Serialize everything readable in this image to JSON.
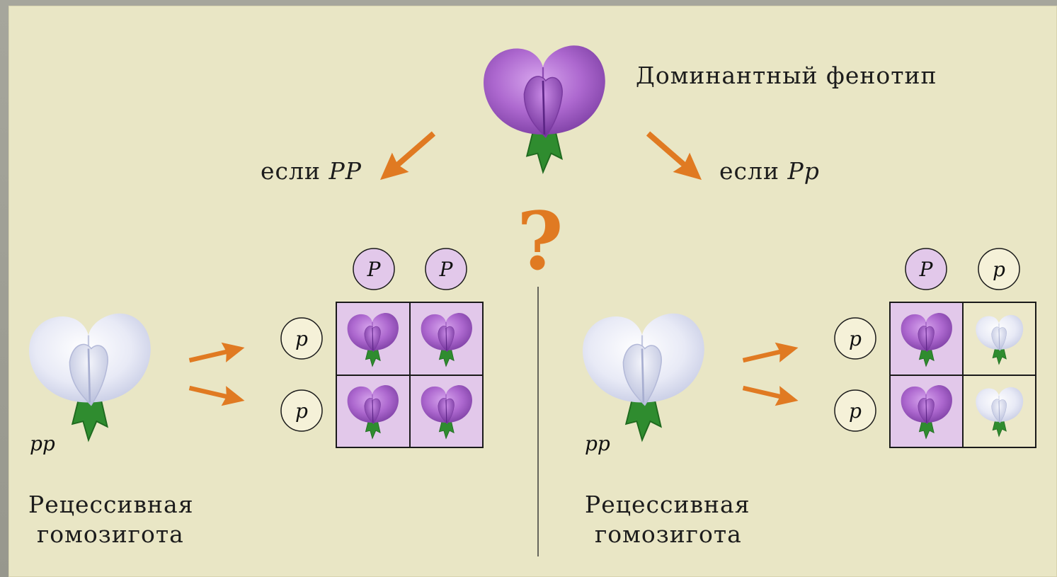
{
  "dominant": {
    "label": "Доминантный фенотип"
  },
  "question_mark": "?",
  "left_cross": {
    "condition_prefix": "если",
    "condition_genotype": "PP",
    "recessive_genotype": "pp",
    "recessive_label_line1": "Рецессивная",
    "recessive_label_line2": "гомозигота",
    "gamete_columns": [
      "P",
      "P"
    ],
    "gamete_rows": [
      "p",
      "p"
    ],
    "grid": [
      [
        "purple",
        "purple"
      ],
      [
        "purple",
        "purple"
      ]
    ]
  },
  "right_cross": {
    "condition_prefix": "если",
    "condition_genotype": "Pp",
    "recessive_genotype": "pp",
    "recessive_label_line1": "Рецессивная",
    "recessive_label_line2": "гомозигота",
    "gamete_columns": [
      "P",
      "p"
    ],
    "gamete_rows": [
      "p",
      "p"
    ],
    "grid": [
      [
        "purple",
        "white"
      ],
      [
        "purple",
        "white"
      ]
    ]
  },
  "colors": {
    "background": "#e9e6c5",
    "arrow": "#e07a22",
    "dominant_cell": "#e2c8ea",
    "purple_flower": "#a866c8",
    "white_flower": "#dde0f2",
    "stem": "#2e8a2e"
  },
  "icons": {
    "purple_flower": "purple-pea-flower-icon",
    "white_flower": "white-pea-flower-icon",
    "arrow": "orange-arrow-icon"
  }
}
